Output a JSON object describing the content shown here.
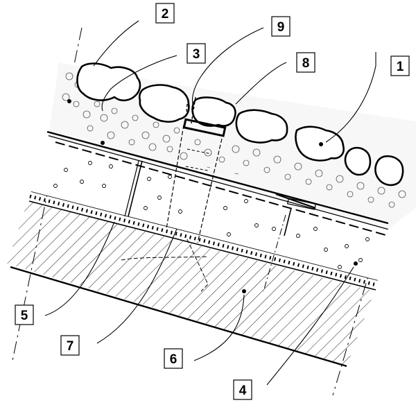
{
  "figure": {
    "background": "#ffffff",
    "line_color": "#000000",
    "callouts": [
      {
        "id": "c1",
        "label": "1",
        "target": "boulder-layer"
      },
      {
        "id": "c2",
        "label": "2",
        "target": "boulder"
      },
      {
        "id": "c3",
        "label": "3",
        "target": "gravel-fill"
      },
      {
        "id": "c4",
        "label": "4",
        "target": "soil-layer"
      },
      {
        "id": "c5",
        "label": "5",
        "target": "geotextile-strip"
      },
      {
        "id": "c6",
        "label": "6",
        "target": "hatched-substrate"
      },
      {
        "id": "c7",
        "label": "7",
        "target": "anchor-post"
      },
      {
        "id": "c8",
        "label": "8",
        "target": "mesh-layer"
      },
      {
        "id": "c9",
        "label": "9",
        "target": "post-cap"
      }
    ]
  }
}
